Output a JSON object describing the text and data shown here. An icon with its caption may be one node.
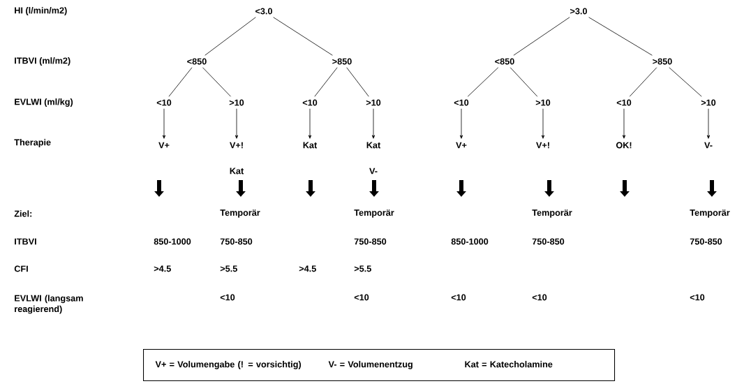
{
  "diagram": {
    "nodes": [
      {
        "text": [
          "<3.0"
        ]
      },
      {
        "text": [
          ">3.0"
        ]
      },
      {
        "text": [
          "<850"
        ]
      },
      {
        "text": [
          ">850"
        ]
      },
      {
        "text": [
          "<850"
        ]
      },
      {
        "text": [
          ">850"
        ]
      },
      {
        "text": [
          "<10"
        ]
      },
      {
        "text": [
          ">10"
        ]
      },
      {
        "text": [
          "<10"
        ]
      },
      {
        "text": [
          ">10"
        ]
      },
      {
        "text": [
          "<10"
        ]
      },
      {
        "text": [
          ">10"
        ]
      },
      {
        "text": [
          "<10"
        ]
      },
      {
        "text": [
          ">10"
        ]
      },
      {
        "text": [
          "V+"
        ]
      },
      {
        "text": [
          "V+!"
        ],
        "beside": [
          "Kat"
        ]
      },
      {
        "text": [
          "Kat"
        ]
      },
      {
        "text": [
          "Kat"
        ],
        "beside": [
          "V-"
        ]
      },
      {
        "text": [
          "V+"
        ]
      },
      {
        "text": [
          "V+!"
        ]
      },
      {
        "text": [
          "OK!"
        ]
      },
      {
        "text": [
          "V-"
        ]
      },
      {
        "text": [
          "V+ = Volumengabe (! = vorsichtig)",
          "V- = Volumenentzug",
          "Kat = Katecholamine"
        ]
      }
    ],
    "edges": [
      {
        "from": 0,
        "to": 2,
        "arrow": "none"
      },
      {
        "from": 0,
        "to": 3,
        "arrow": "none"
      },
      {
        "from": 1,
        "to": 4,
        "arrow": "none"
      },
      {
        "from": 1,
        "to": 5,
        "arrow": "none"
      },
      {
        "from": 2,
        "to": 6,
        "arrow": "none"
      },
      {
        "from": 2,
        "to": 7,
        "arrow": "none"
      },
      {
        "from": 3,
        "to": 8,
        "arrow": "none"
      },
      {
        "from": 3,
        "to": 9,
        "arrow": "none"
      },
      {
        "from": 4,
        "to": 10,
        "arrow": "none"
      },
      {
        "from": 4,
        "to": 11,
        "arrow": "none"
      },
      {
        "from": 5,
        "to": 12,
        "arrow": "none"
      },
      {
        "from": 5,
        "to": 13,
        "arrow": "none"
      },
      {
        "from": 6,
        "to": 14,
        "arrow": "to"
      },
      {
        "from": 7,
        "to": 15,
        "arrow": "to"
      },
      {
        "from": 8,
        "to": 16,
        "arrow": "to"
      },
      {
        "from": 9,
        "to": 17,
        "arrow": "to"
      },
      {
        "from": 10,
        "to": 18,
        "arrow": "to"
      },
      {
        "from": 11,
        "to": 19,
        "arrow": "to"
      },
      {
        "from": 12,
        "to": 20,
        "arrow": "to"
      },
      {
        "from": 13,
        "to": 21,
        "arrow": "to"
      }
    ],
    "labels": [
      "HI (l/min/m2)",
      "ITBVI (ml/m2)",
      "EVLWI (ml/kg)",
      "Therapie",
      "Ziel:",
      "Temporär",
      "Temporär",
      "Temporär",
      "Temporär",
      "ITBVI",
      "850-1000",
      "750-850",
      "750-850",
      "850-1000",
      "750-850",
      "750-850",
      "CFI",
      ">4.5",
      ">5.5",
      ">4.5",
      ">5.5",
      "EVLWI (langsam reagierend)",
      "<10",
      "<10",
      "<10",
      "<10",
      "<10"
    ]
  }
}
